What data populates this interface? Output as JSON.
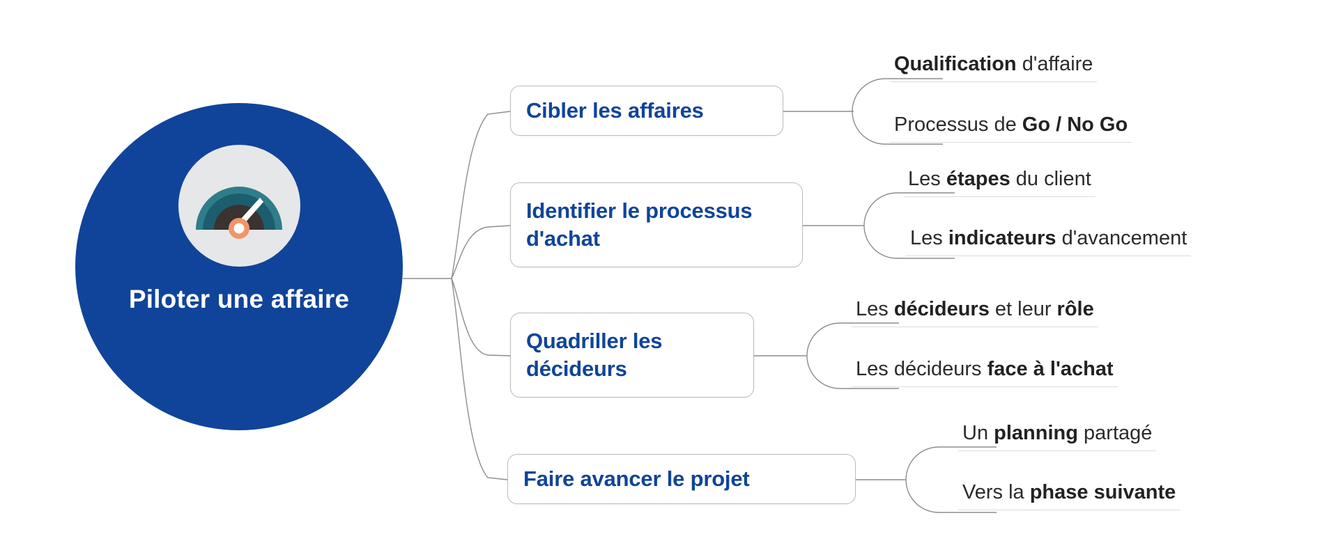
{
  "diagram": {
    "type": "mind-map",
    "title": "Piloter une affaire",
    "root": {
      "label": "Piloter une affaire",
      "icon": "gauge-icon",
      "fill": "#10449A",
      "text_color": "#FFFFFF",
      "icon_colors": {
        "disc": "#E6E7E8",
        "arc_outer": "#2F7D8A",
        "arc_inner": "#185B6B",
        "dial": "#3A332F",
        "hub": "#F0956A",
        "needle": "#FFFFFF"
      }
    },
    "branch_color": "#10449A",
    "leaf_color": "#2B2B2B",
    "branches": [
      {
        "label": "Cibler les affaires",
        "leaves": [
          {
            "pre": "",
            "bold": "Qualification",
            "post": " d'affaire"
          },
          {
            "pre": "Processus de ",
            "bold": "Go / No Go",
            "post": ""
          }
        ]
      },
      {
        "label": "Identifier le processus d'achat",
        "leaves": [
          {
            "pre": "Les ",
            "bold": "étapes",
            "post": " du client"
          },
          {
            "pre": "Les ",
            "bold": "indicateurs",
            "post": " d'avancement"
          }
        ]
      },
      {
        "label": "Quadriller les décideurs",
        "leaves": [
          {
            "pre": "Les ",
            "bold": "décideurs",
            "post": " et leur ",
            "bold2": "rôle"
          },
          {
            "pre": "Les décideurs ",
            "bold": "face à l'achat",
            "post": ""
          }
        ]
      },
      {
        "label": "Faire avancer le projet",
        "leaves": [
          {
            "pre": "Un ",
            "bold": "planning",
            "post": " partagé"
          },
          {
            "pre": "Vers la ",
            "bold": "phase suivante",
            "post": ""
          }
        ]
      }
    ]
  }
}
